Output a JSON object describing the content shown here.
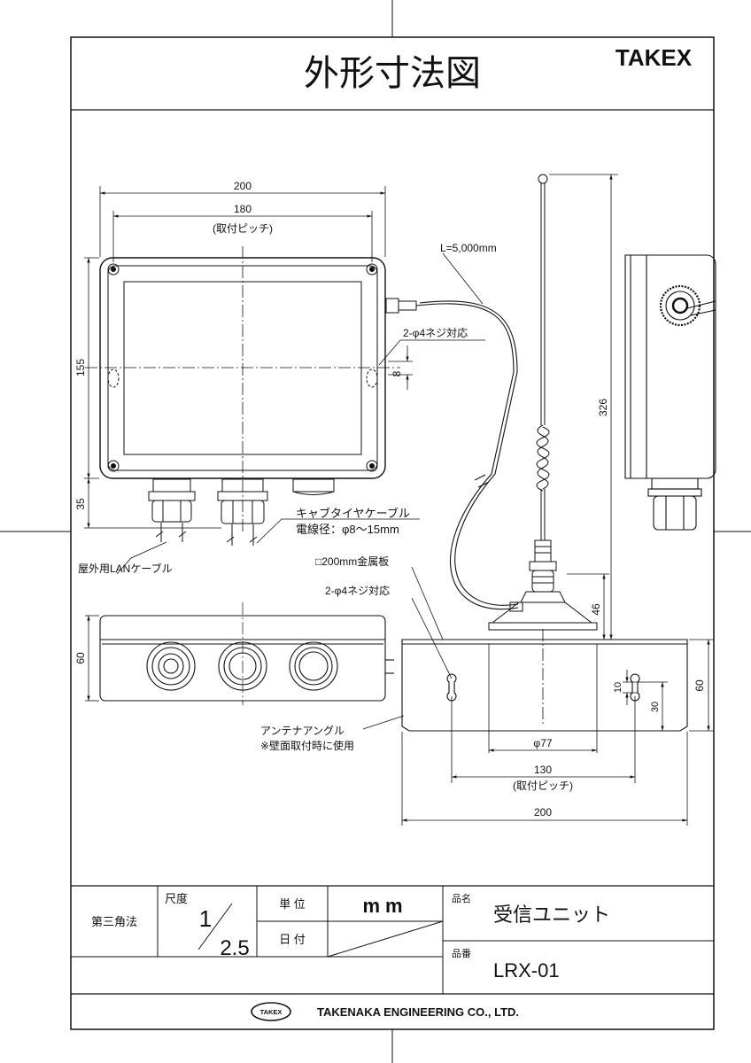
{
  "header": {
    "title": "外形寸法図",
    "brand": "TAKEX"
  },
  "front_view": {
    "dim_width_outer": "200",
    "dim_width_pitch": "180",
    "dim_width_pitch_note": "(取付ピッチ)",
    "dim_height": "155",
    "dim_gland_height": "35",
    "dim_hole_offset": "8",
    "hole_note": "2-φ4ネジ対応",
    "cable_length": "L=5,000mm",
    "cabtire_label": "キャブタイヤケーブル",
    "cabtire_diameter": "電線径：φ8〜15mm",
    "lan_cable_label": "屋外用LANケーブル"
  },
  "side_view": {
    "dim_total_height": "326",
    "dim_antenna_base": "46"
  },
  "bottom_view": {
    "dim_height": "60"
  },
  "antenna_angle": {
    "plate_note": "□200mm金属板",
    "hole_note": "2-φ4ネジ対応",
    "label": "アンテナアングル",
    "usage_note": "※壁面取付時に使用",
    "dim_base_diameter": "φ77",
    "dim_pitch": "130",
    "dim_pitch_note": "(取付ピッチ)",
    "dim_width": "200",
    "dim_height": "60",
    "dim_slot_10": "10",
    "dim_slot_30": "30"
  },
  "title_block": {
    "projection": "第三角法",
    "scale_label": "尺度",
    "scale_num": "1",
    "scale_den": "2.5",
    "unit_label": "単 位",
    "unit_value": "mm",
    "date_label": "日 付",
    "product_name_label": "品名",
    "product_name": "受信ユニット",
    "product_no_label": "品番",
    "product_no": "LRX-01",
    "company_logo": "TAKEX",
    "company": "TAKENAKA ENGINEERING CO., LTD."
  }
}
